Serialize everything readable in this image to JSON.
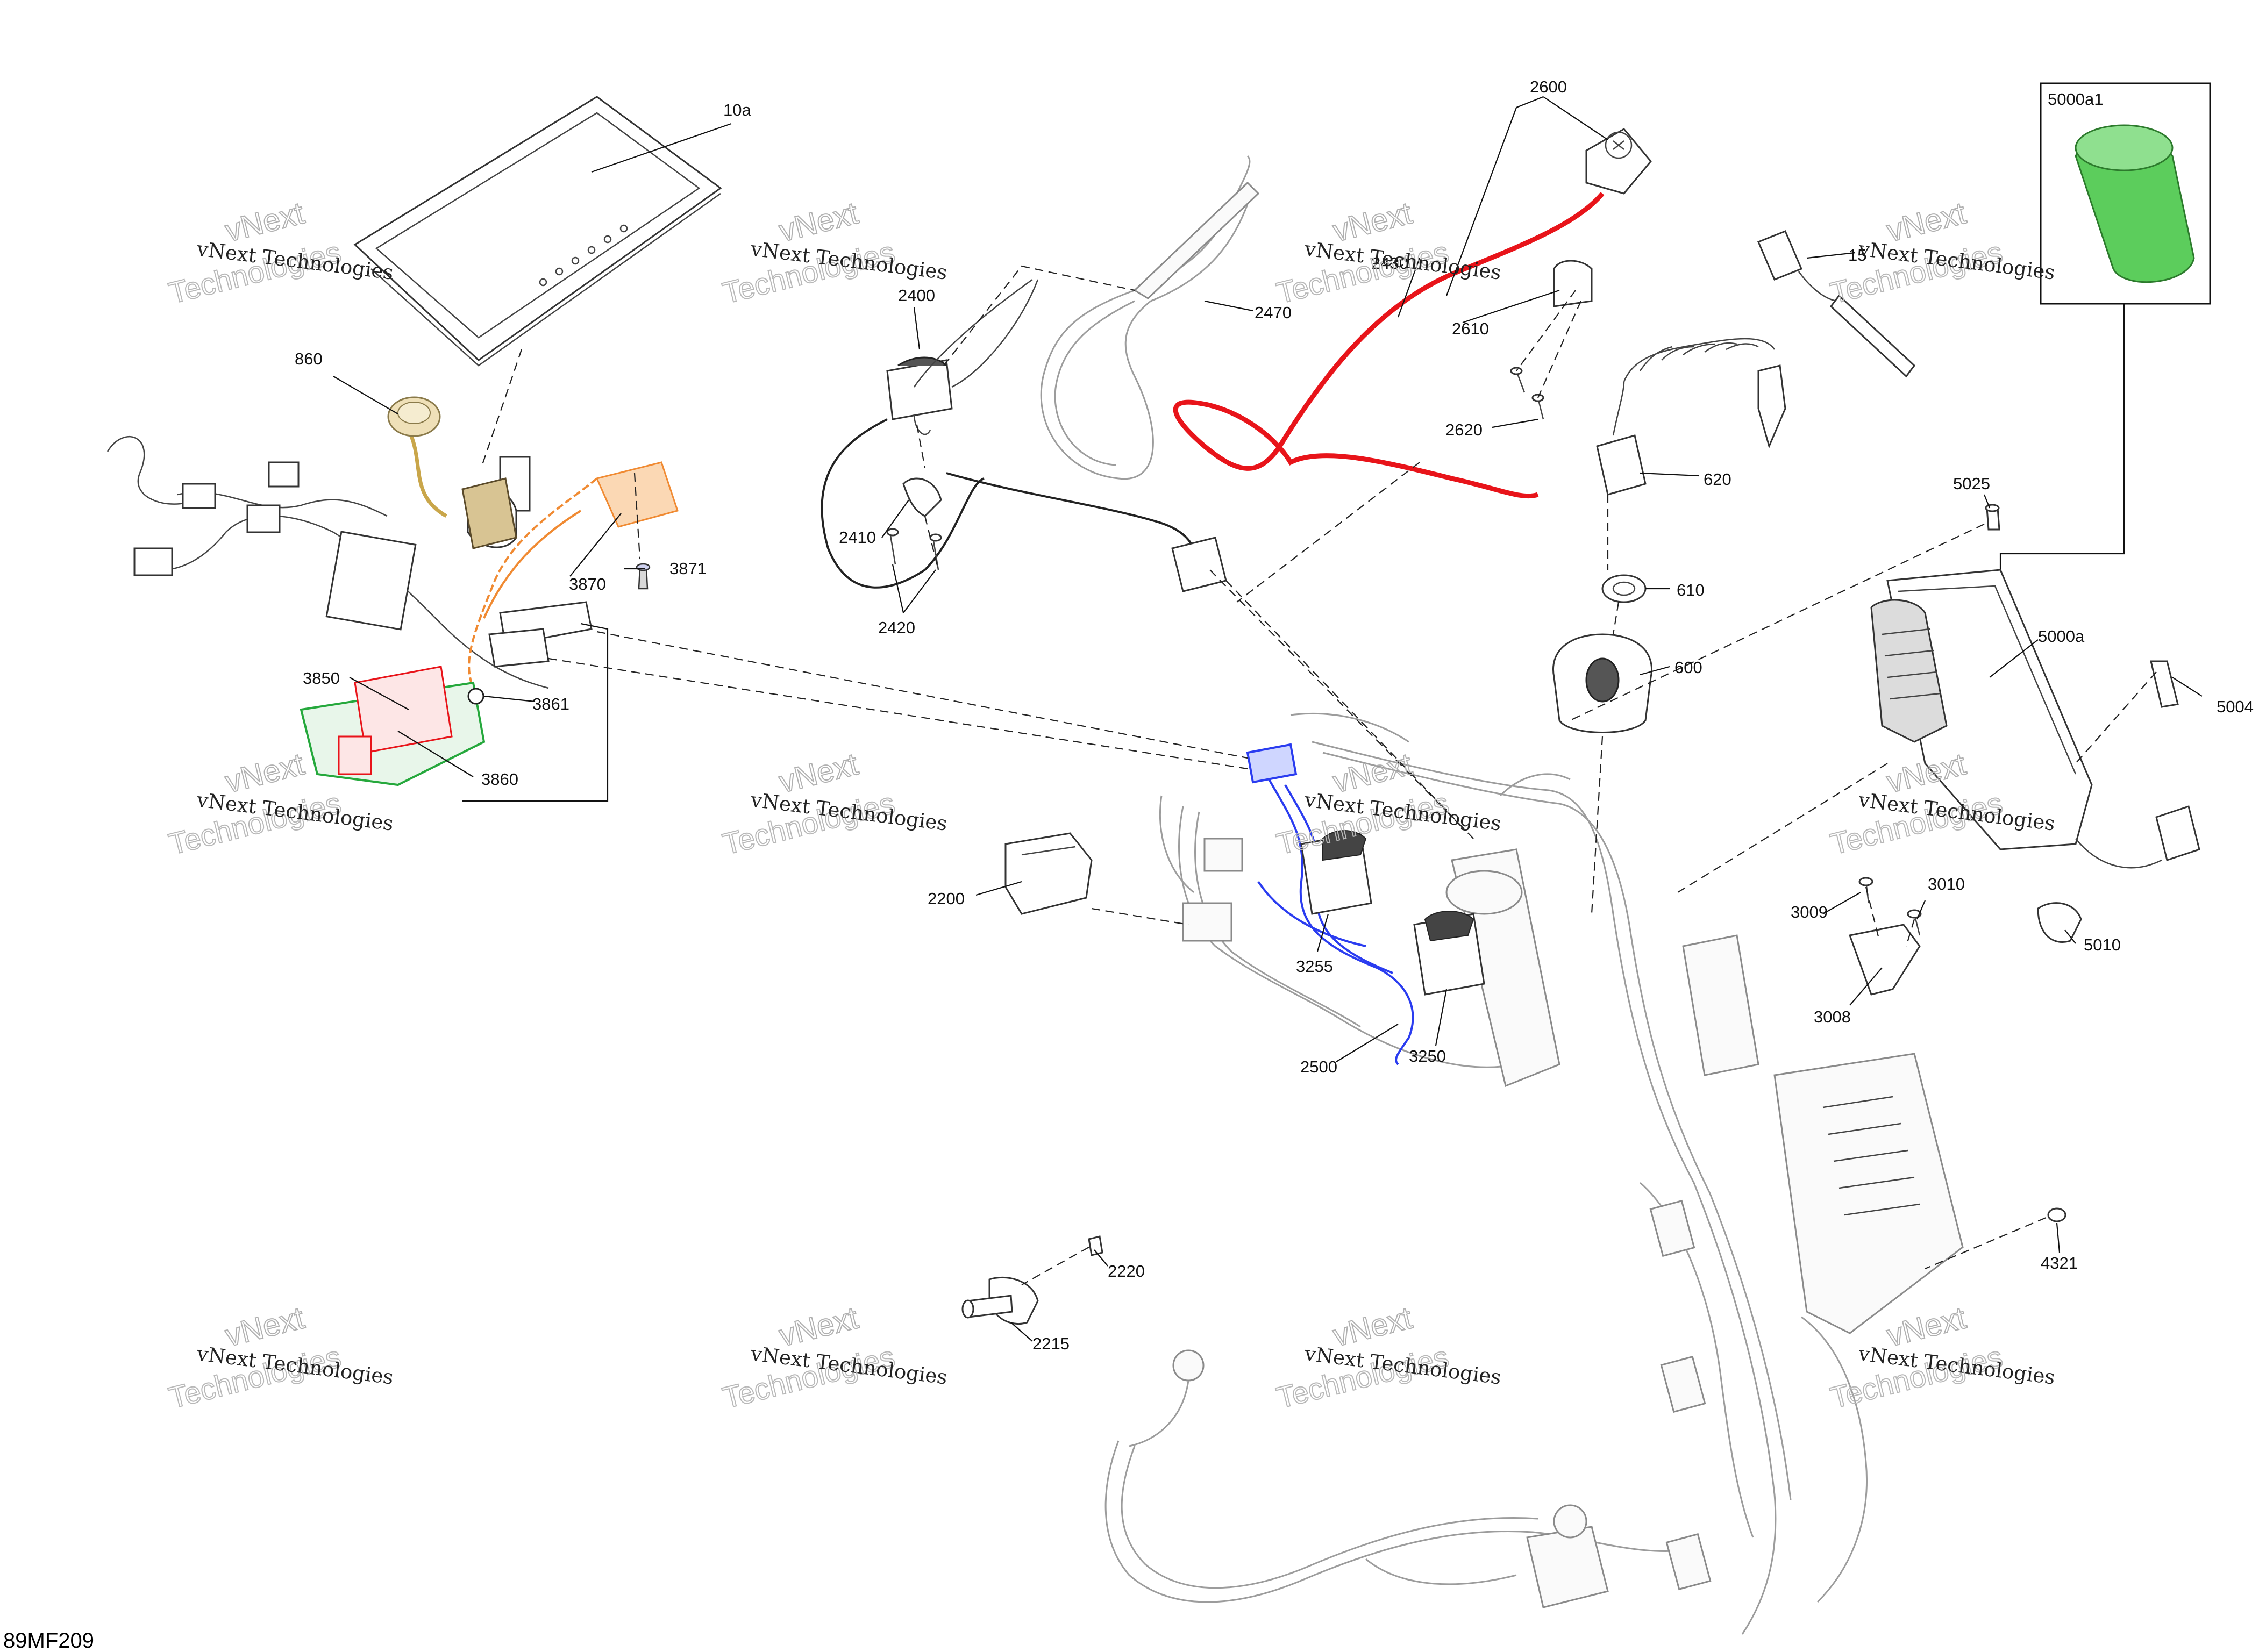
{
  "diagram": {
    "code": "89MF209",
    "watermark": {
      "line1": "vNext Technologies",
      "line2": "vNext",
      "line3": "Technologies"
    },
    "inset": {
      "label": "5000a1",
      "color": "#5ccd5c"
    },
    "part_labels": {
      "p10a": "10a",
      "p860": "860",
      "p3871": "3871",
      "p3870": "3870",
      "p3850": "3850",
      "p3861": "3861",
      "p3860": "3860",
      "p2400": "2400",
      "p2470": "2470",
      "p2410": "2410",
      "p2420": "2420",
      "p2600": "2600",
      "p2430": "2430",
      "p2610": "2610",
      "p2620": "2620",
      "p15": "15",
      "p620": "620",
      "p610": "610",
      "p600": "600",
      "p5025": "5025",
      "p5000a": "5000a",
      "p5004": "5004",
      "p2200": "2200",
      "p3255": "3255",
      "p3250": "3250",
      "p2500": "2500",
      "p3009": "3009",
      "p3010": "3010",
      "p3008": "3008",
      "p5010": "5010",
      "p2220": "2220",
      "p2215": "2215",
      "p4321": "4321"
    },
    "highlight_colors": {
      "red": "#e8141a",
      "blue": "#2a3cf0",
      "orange": "#f08a32",
      "green": "#25a83c",
      "gold": "#c9a64a"
    }
  }
}
